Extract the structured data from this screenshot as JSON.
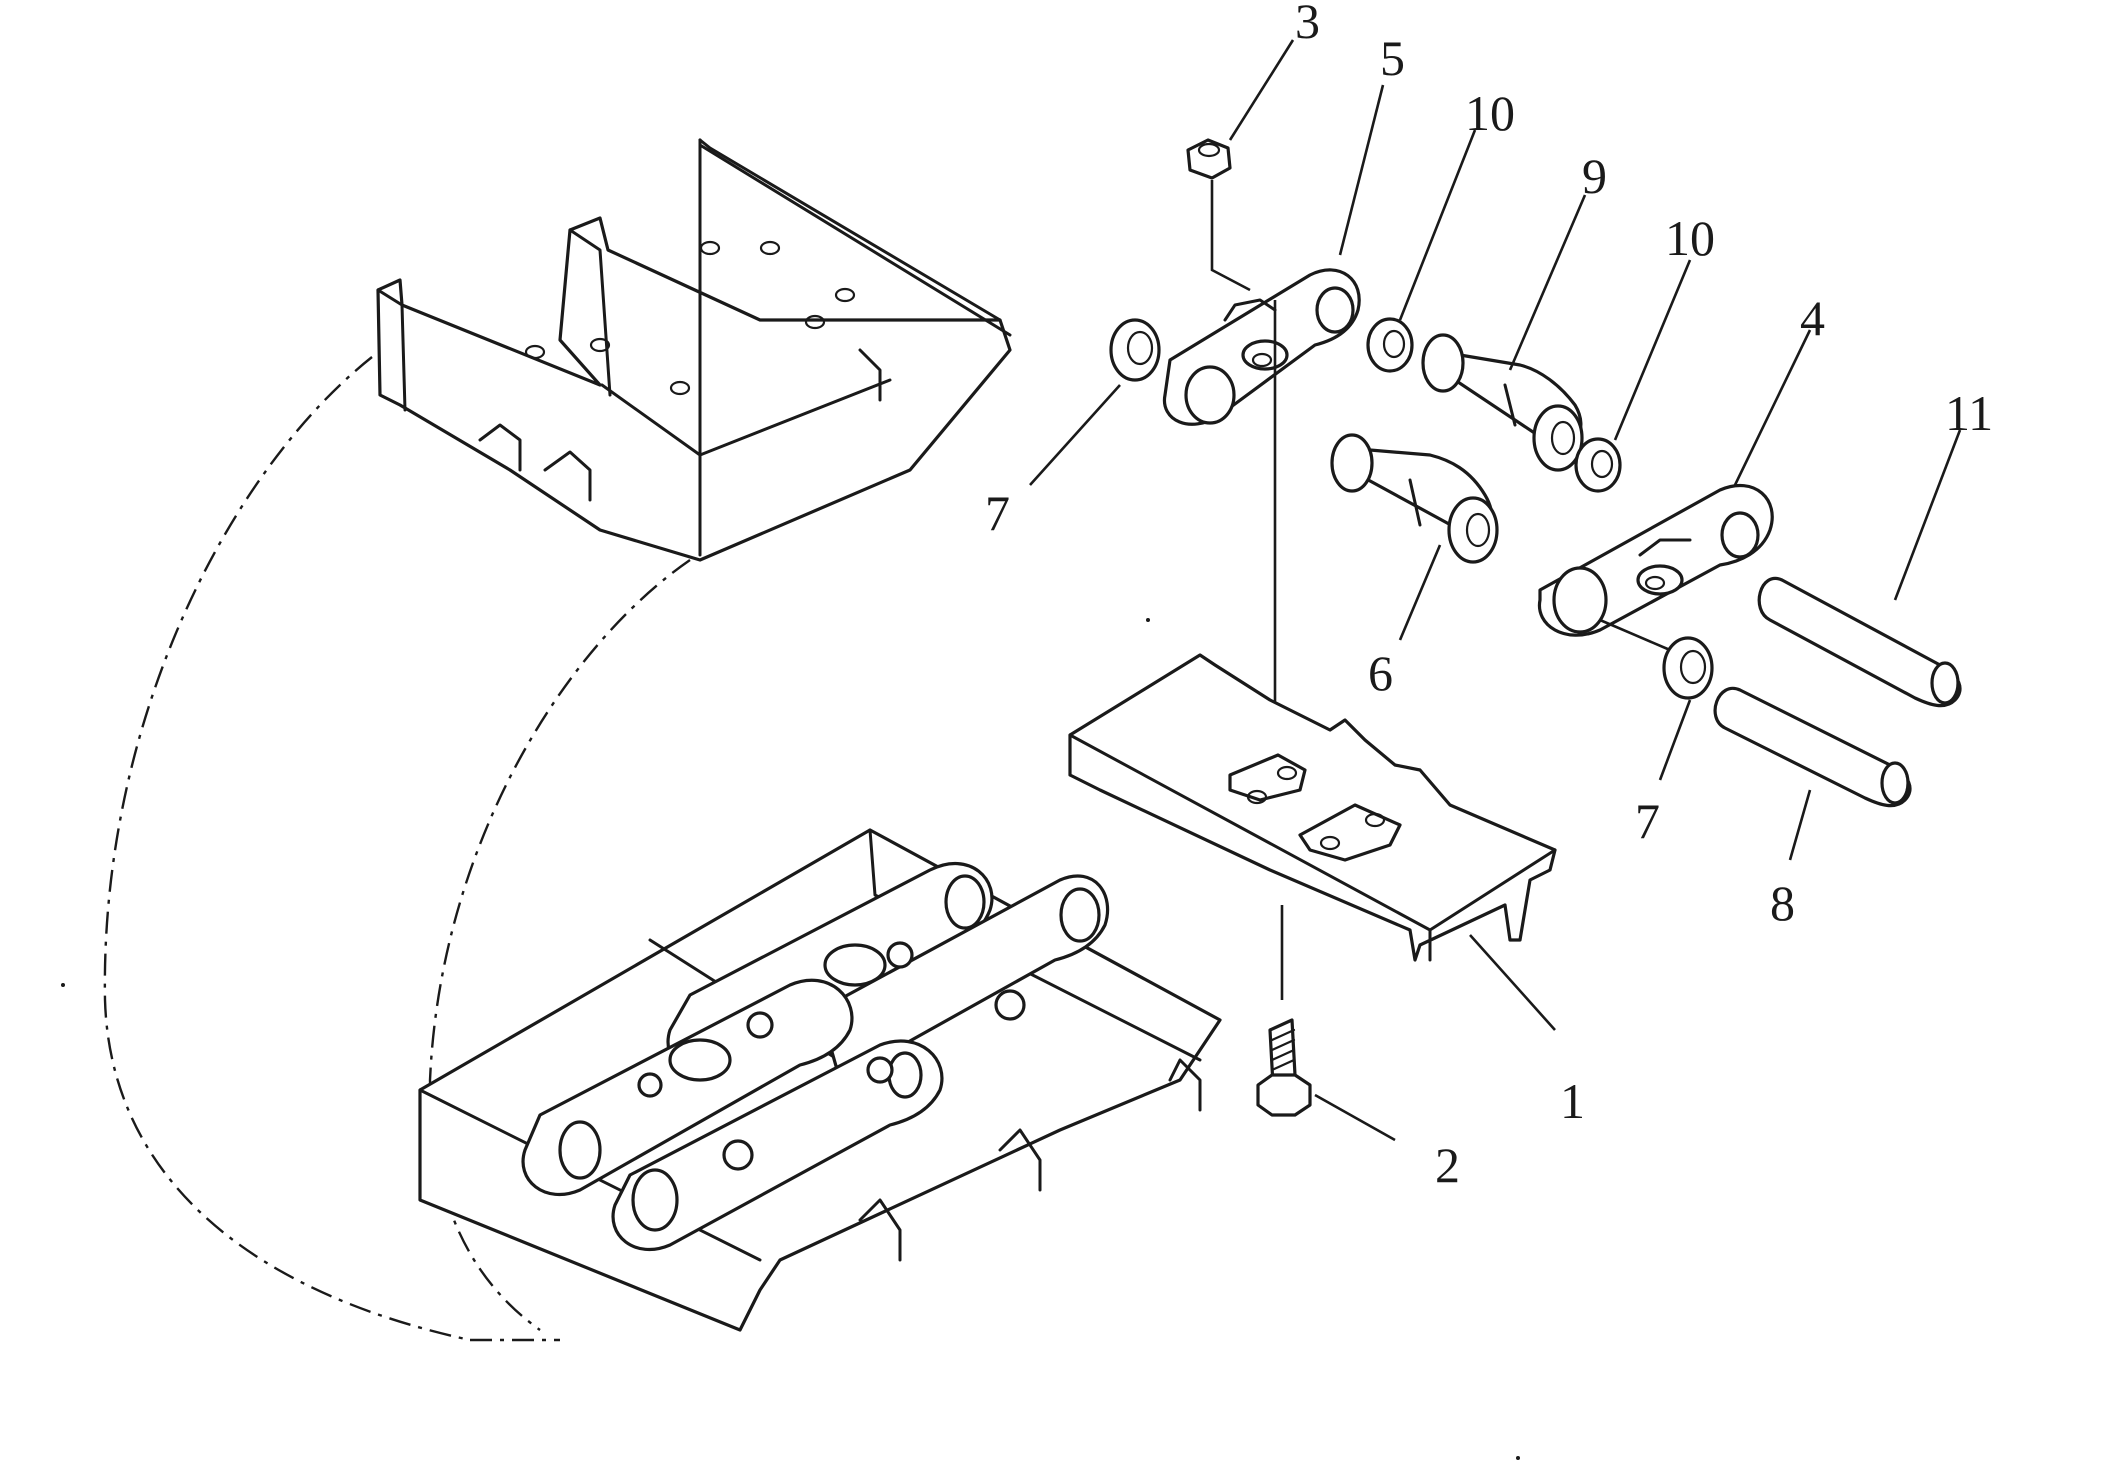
{
  "callouts": {
    "c1": "1",
    "c2": "2",
    "c3": "3",
    "c4": "4",
    "c5": "5",
    "c6": "6",
    "c7a": "7",
    "c7b": "7",
    "c8": "8",
    "c9": "9",
    "c10a": "10",
    "c10b": "10",
    "c11": "11"
  }
}
